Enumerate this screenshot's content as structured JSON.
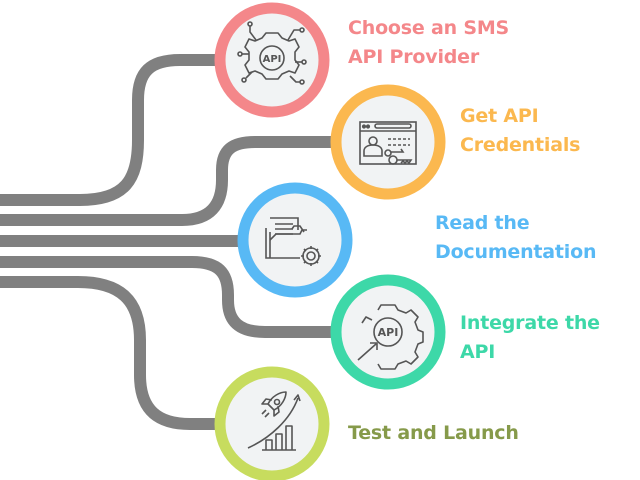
{
  "diagram": {
    "title": "SMS API integration steps",
    "connector_color": "#808080",
    "circle_fill": "#f1f3f4",
    "icon_color": "#555555",
    "steps": [
      {
        "id": "choose-provider",
        "label_lines": [
          "Choose an SMS",
          "API Provider"
        ],
        "color": "#f4878a",
        "icon": "api-gear-circuit-icon"
      },
      {
        "id": "get-credentials",
        "label_lines": [
          "Get API",
          "Credentials"
        ],
        "color": "#fbb84f",
        "icon": "credentials-key-icon"
      },
      {
        "id": "read-docs",
        "label_lines": [
          "Read the",
          "Documentation"
        ],
        "color": "#58b9f5",
        "icon": "folder-gear-icon"
      },
      {
        "id": "integrate-api",
        "label_lines": [
          "Integrate the",
          "API"
        ],
        "color": "#3dd8a8",
        "icon": "api-gear-arrow-icon"
      },
      {
        "id": "test-launch",
        "label_lines": [
          "Test and Launch"
        ],
        "color": "#c7dc5e",
        "text_color": "#869a4a",
        "icon": "rocket-growth-icon"
      }
    ]
  }
}
